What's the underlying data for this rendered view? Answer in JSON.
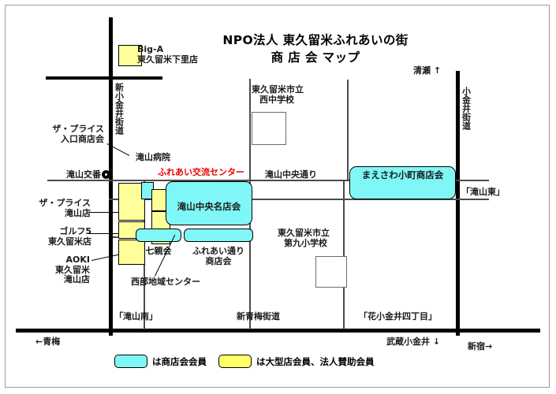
{
  "title": {
    "line1": "NPO法人 東久留米ふれあいの街",
    "line2": "商 店 会 マップ"
  },
  "roads": {
    "shin_koganei": "新小金井街道",
    "koganei": "小金井街道",
    "takiyama_chuo": "滝山中央通り",
    "shin_oume": "新青梅街道"
  },
  "intersections": {
    "takiyama_higashi": "「滝山東」",
    "takiyama_minami": "「滝山南」",
    "hanakoganei4": "「花小金井四丁目」"
  },
  "directions": {
    "kiyose": "清瀬 ↑",
    "oume": "←青梅",
    "musashi_koganei": "武蔵小金井 ↓",
    "shinjuku": "新宿→"
  },
  "places": {
    "big_a": "Big-A\n東久留米下里店",
    "big_a_l1": "Big-A",
    "big_a_l2": "東久留米下里店",
    "price_iriguchi": "ザ・プライス\n入口商店会",
    "price_iriguchi_l1": "ザ・プライス",
    "price_iriguchi_l2": "入口商店会",
    "koban": "滝山交番",
    "price_takiyama_l1": "ザ・プライス",
    "price_takiyama_l2": "滝山店",
    "golf5_l1": "ゴルフ5",
    "golf5_l2": "東久留米店",
    "aoki_l1": "AOKI",
    "aoki_l2": "東久留米",
    "aoki_l3": "滝山店",
    "takiyama_hospital": "滝山病院",
    "fureai_center": "ふれあい交流センター",
    "takiyama_chuo_meitenkai": "滝山中央名店会",
    "shichishinkai": "七親会",
    "fureai_dori_l1": "ふれあい通り",
    "fureai_dori_l2": "商店会",
    "seibu_center": "西部地域センター",
    "maesawa_komachi": "まえさわ小町商店会",
    "nishi_chugakko_l1": "東久留米市立",
    "nishi_chugakko_l2": "西中学校",
    "dai9_shogakko_l1": "東久留米市立",
    "dai9_shogakko_l2": "第九小学校"
  },
  "legend": {
    "cyan_label": "は商店会会員",
    "yellow_label": "は大型店会員、法人賛助会員",
    "cyan_color": "#7ff7f7",
    "yellow_color": "#ffff66"
  }
}
